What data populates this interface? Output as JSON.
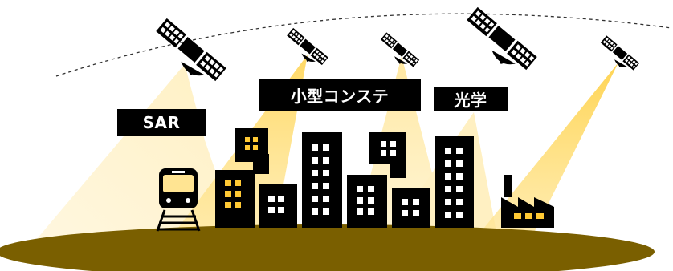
{
  "labels": {
    "sar": "SAR",
    "constellation": "小型コンステ",
    "optical": "光学"
  },
  "colors": {
    "ground": "#7a5f00",
    "beam": "#ffd24a",
    "beam_light": "#fff0c2",
    "window": "#ffc934",
    "ink": "#000000"
  },
  "icons": [
    "satellite-icon",
    "train-icon",
    "building-icon",
    "factory-icon"
  ]
}
